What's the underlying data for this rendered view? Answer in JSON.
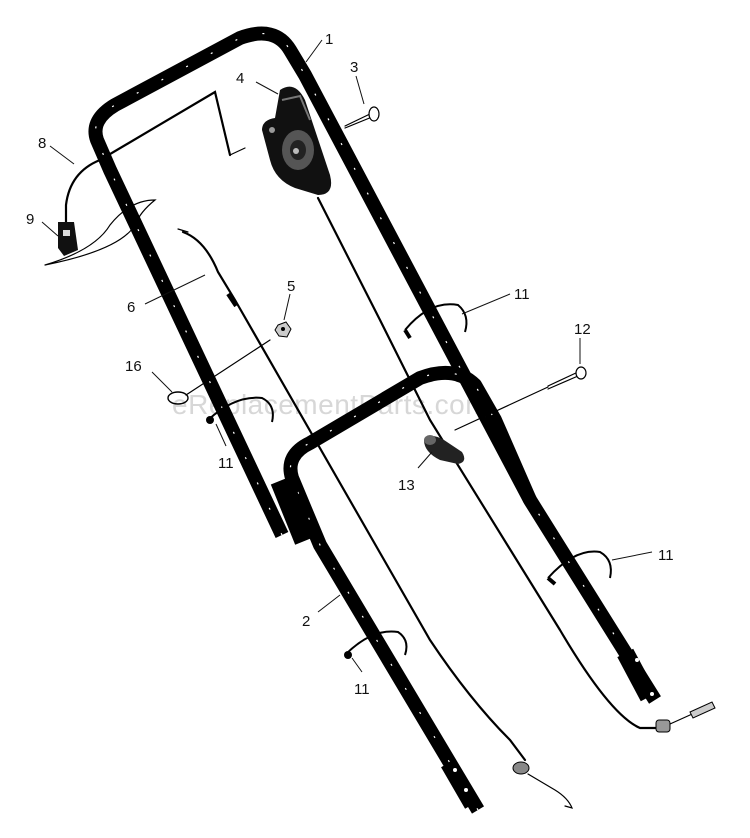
{
  "watermark": "eReplacementParts.com",
  "callouts": {
    "c1": "1",
    "c2": "2",
    "c3": "3",
    "c4": "4",
    "c5": "5",
    "c6": "6",
    "c8": "8",
    "c9": "9",
    "c11a": "11",
    "c11b": "11",
    "c11c": "11",
    "c11d": "11",
    "c12": "12",
    "c13": "13",
    "c16": "16"
  },
  "colors": {
    "ink": "#000000",
    "watermark": "#d7d7d7",
    "background": "#ffffff"
  }
}
